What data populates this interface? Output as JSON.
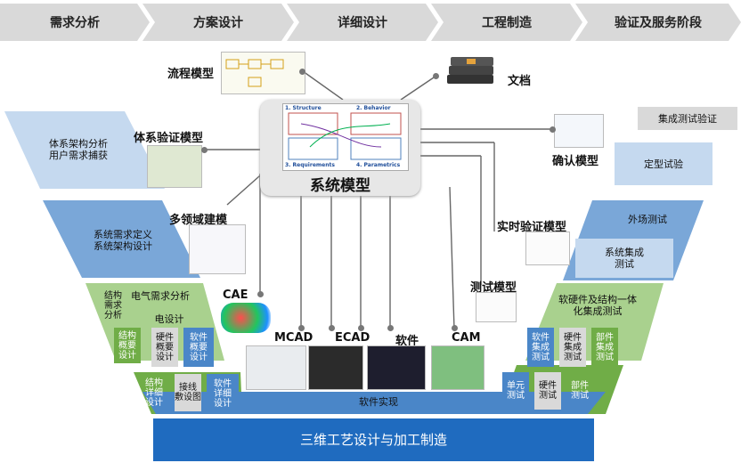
{
  "stages": [
    "需求分析",
    "方案设计",
    "详细设计",
    "工程制造",
    "验证及服务阶段"
  ],
  "center": {
    "label": "系统模型",
    "quadrants": [
      "1. Structure",
      "2. Behavior",
      "3. Requirements",
      "4. Parametrics"
    ]
  },
  "models": {
    "process": "流程模型",
    "doc": "文档",
    "sysverify": "体系验证模型",
    "confirm": "确认模型",
    "multidomain": "多领域建模",
    "realtime": "实时验证模型",
    "test": "测试模型",
    "cae": "CAE",
    "mcad": "MCAD",
    "ecad": "ECAD",
    "software": "软件",
    "cam": "CAM"
  },
  "left": {
    "l1": "体系架构分析\n用户需求捕获",
    "l2": "系统需求定义\n系统架构设计",
    "l3a": "结构\n需求\n分析",
    "l3b": "电气需求分析",
    "l3c": "电设计",
    "l4a": "结构\n概要\n设计",
    "l4b": "硬件\n概要\n设计",
    "l4c": "软件\n概要\n设计",
    "l5a": "结构\n详细\n设计",
    "l5b": "接线\n敷设图",
    "l5c": "软件\n详细\n设计"
  },
  "right": {
    "r0": "集成测试验证",
    "r1": "定型试验",
    "r2": "外场测试",
    "r3": "系统集成\n测试",
    "r4": "软硬件及结构一体\n化集成测试",
    "r5a": "软件\n集成\n测试",
    "r5b": "硬件\n集成\n测试",
    "r5c": "部件\n集成\n测试",
    "r6a": "单元\n测试",
    "r6b": "硬件\n测试",
    "r6c": "部件\n测试"
  },
  "bottom": {
    "software_impl": "软件实现",
    "manufacture": "三维工艺设计与加工制造"
  }
}
